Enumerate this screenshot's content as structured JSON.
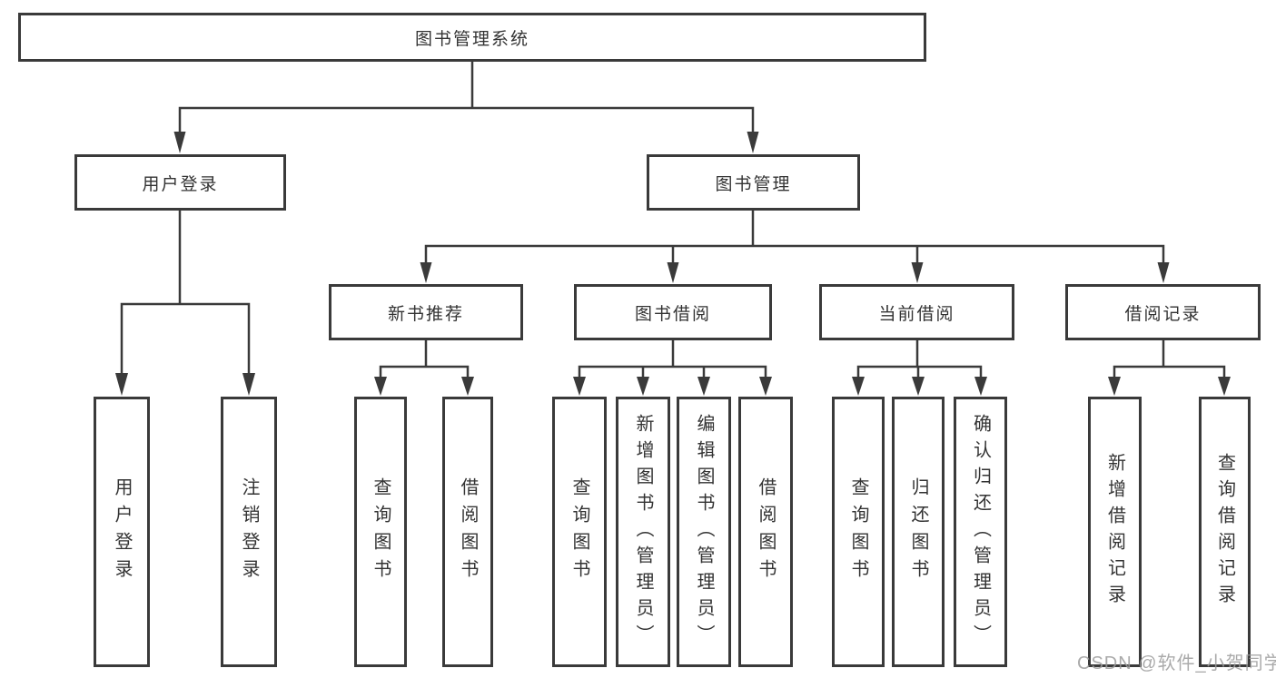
{
  "diagram_type": "hierarchy-tree",
  "tree": {
    "label": "图书管理系统",
    "children": [
      {
        "label": "用户登录",
        "children": [
          {
            "label": "用户登录"
          },
          {
            "label": "注销登录"
          }
        ]
      },
      {
        "label": "图书管理",
        "children": [
          {
            "label": "新书推荐",
            "children": [
              {
                "label": "查询图书"
              },
              {
                "label": "借阅图书"
              }
            ]
          },
          {
            "label": "图书借阅",
            "children": [
              {
                "label": "查询图书"
              },
              {
                "label": "新增图书（管理员）"
              },
              {
                "label": "编辑图书（管理员）"
              },
              {
                "label": "借阅图书"
              }
            ]
          },
          {
            "label": "当前借阅",
            "children": [
              {
                "label": "查询图书"
              },
              {
                "label": "归还图书"
              },
              {
                "label": "确认归还（管理员）"
              }
            ]
          },
          {
            "label": "借阅记录",
            "children": [
              {
                "label": "新增借阅记录"
              },
              {
                "label": "查询借阅记录"
              }
            ]
          }
        ]
      }
    ]
  },
  "watermark": {
    "text": "CSDN @软件_小贺同学"
  },
  "colors": {
    "line": "#3a3a3a",
    "border": "#3a3a3a",
    "text": "#333333",
    "watermark": "#9b9b9b",
    "background": "#ffffff"
  }
}
